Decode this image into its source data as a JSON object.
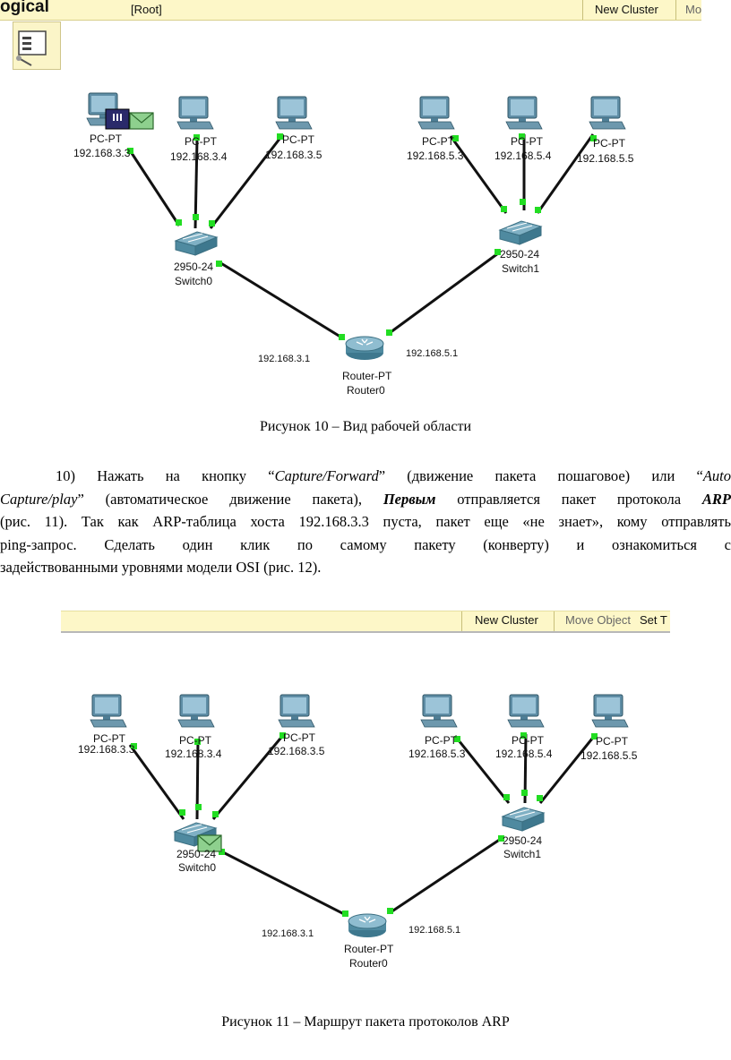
{
  "toolbar_top": {
    "logical_label": "ogical",
    "root_label": "[Root]",
    "new_cluster_label": "New Cluster",
    "move_partial": "Mo"
  },
  "toolbar_bottom": {
    "new_cluster_label": "New Cluster",
    "move_object_label": "Move Object",
    "set_partial": "Set T"
  },
  "diagram1": {
    "pcs_left": [
      {
        "type": "PC-PT",
        "ip": "192.168.3.3"
      },
      {
        "type": "PC-PT",
        "ip": "192.168.3.4"
      },
      {
        "type": "PC-PT",
        "ip": "192.168.3.5"
      }
    ],
    "pcs_right": [
      {
        "type": "PC-PT",
        "ip": "192.168.5.3"
      },
      {
        "type": "PC-PT",
        "ip": "192.168.5.4"
      },
      {
        "type": "PC-PT",
        "ip": "192.168.5.5"
      }
    ],
    "switch_left": {
      "model": "2950-24",
      "name": "Switch0"
    },
    "switch_right": {
      "model": "2950-24",
      "name": "Switch1"
    },
    "router": {
      "model": "Router-PT",
      "name": "Router0"
    },
    "router_ip_left": "192.168.3.1",
    "router_ip_right": "192.168.5.1"
  },
  "diagram2": {
    "pcs_left": [
      {
        "type": "PC-PT",
        "ip": "192.168.3.3"
      },
      {
        "type": "PC-PT",
        "ip": "192.168.3.4"
      },
      {
        "type": "PC-PT",
        "ip": "192.168.3.5"
      }
    ],
    "pcs_right": [
      {
        "type": "PC-PT",
        "ip": "192.168.5.3"
      },
      {
        "type": "PC-PT",
        "ip": "192.168.5.4"
      },
      {
        "type": "PC-PT",
        "ip": "192.168.5.5"
      }
    ],
    "switch_left": {
      "model": "2950-24",
      "name": "Switch0"
    },
    "switch_right": {
      "model": "2950-24",
      "name": "Switch1"
    },
    "router": {
      "model": "Router-PT",
      "name": "Router0"
    },
    "router_ip_left": "192.168.3.1",
    "router_ip_right": "192.168.5.1"
  },
  "caption1": "Рисунок 10 – Вид рабочей области",
  "paragraph": {
    "line1_a": "10) Нажать на кнопку “",
    "line1_capture_forward": "Capture/Forward",
    "line1_b": "” (движение пакета пошаговое) или “",
    "line1_auto": "Auto",
    "line2_capture_play": "Capture/play",
    "line2_a": "” (автоматическое движение пакета), ",
    "line2_first": "Первым",
    "line2_b": " отправляется пакет протокола ",
    "line2_arp": "ARP",
    "line3": "(рис. 11). Так как ARP-таблица хоста 192.168.3.3 пуста, пакет еще «не знает», кому отправлять",
    "line4": "ping-запрос. Сделать один клик по самому пакету (конверту) и ознакомиться с",
    "line5": "задействованными уровнями модели OSI (рис. 12)."
  },
  "caption2": "Рисунок 11 – Маршрут пакета протоколов ARP",
  "colors": {
    "toolbar_bg": "#fdf7c8",
    "link_dot": "#22dd22",
    "pc_body": "#4f7f96"
  }
}
